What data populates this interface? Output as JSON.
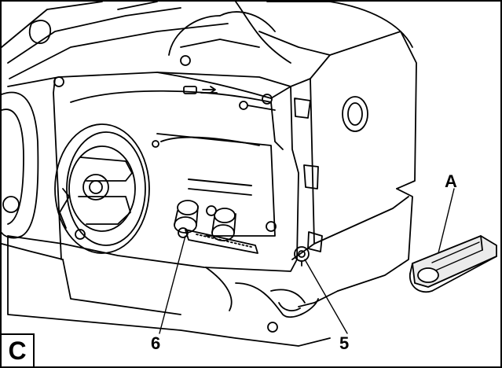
{
  "figure": {
    "panel_label": "C",
    "callouts": {
      "tool": "A",
      "screw_5": "5",
      "screw_6": "6"
    },
    "colors": {
      "line": "#000000",
      "background": "#ffffff",
      "tool_fill": "#ebebeb"
    }
  }
}
